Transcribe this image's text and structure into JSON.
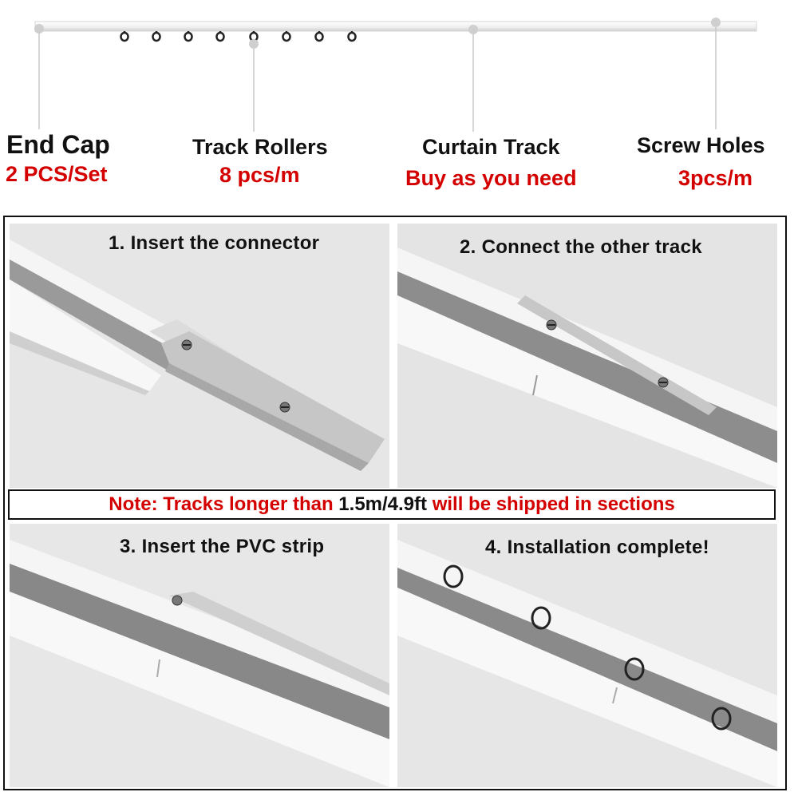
{
  "labels": {
    "end_cap": {
      "title": "End Cap",
      "sub": "2 PCS/Set"
    },
    "track_rollers": {
      "title": "Track Rollers",
      "sub": "8 pcs/m"
    },
    "curtain_track": {
      "title": "Curtain Track",
      "sub": "Buy as you need"
    },
    "screw_holes": {
      "title": "Screw Holes",
      "sub": "3pcs/m"
    }
  },
  "steps": [
    {
      "label": "1. Insert the connector"
    },
    {
      "label": "2. Connect the other track"
    },
    {
      "label": "3. Insert the PVC strip"
    },
    {
      "label": "4. Installation complete!"
    }
  ],
  "note": {
    "part1": "Note: Tracks longer than",
    "part2": "1.5m/4.9ft",
    "part3": "will be shipped in sections"
  },
  "colors": {
    "accent_red": "#d40000",
    "text": "#111111",
    "track": "#f4f4f4",
    "metal": "#c9c9c9"
  }
}
